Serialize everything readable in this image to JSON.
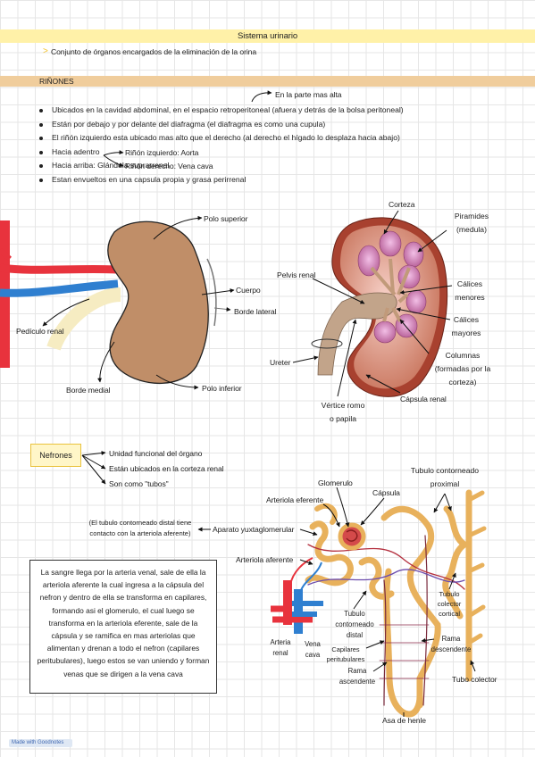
{
  "header": {
    "title": "Sistema urinario",
    "subtitle": "Conjunto de órganos encargados de la eliminación de la orina"
  },
  "section": {
    "title": "RIÑONES"
  },
  "annotation_top": "En la parte mas alta",
  "bullets": [
    "Ubicados en la cavidad abdominal, en el espacio retroperitoneal (afuera y detrás de la bolsa peritoneal)",
    "Están por debajo y por delante del diafragma (el diafragma es como una cupula)",
    "El riñón izquierdo esta ubicado mas alto que el derecho (al derecho el hígado lo desplaza hacia abajo)",
    "Hacia adentro",
    "Hacia arriba: Glándula suprarrenal",
    "Estan envueltos en una capsula propia y grasa perirrenal"
  ],
  "adentro": {
    "izq": "Riñón izquierdo: Aorta",
    "der": "Riñón derecho: Vena cava"
  },
  "kidney_left": {
    "polo_superior": "Polo superior",
    "cuerpo": "Cuerpo",
    "borde_lateral": "Borde lateral",
    "pediculo_renal": "Pedículo renal",
    "borde_medial": "Borde medial",
    "polo_inferior": "Polo inferior"
  },
  "kidney_section": {
    "corteza": "Corteza",
    "piramides": "Piramides",
    "medula": "(medula)",
    "pelvis_renal": "Pelvis renal",
    "calices_menores_1": "Cálices",
    "calices_menores_2": "menores",
    "calices_mayores_1": "Cálices",
    "calices_mayores_2": "mayores",
    "columnas_1": "Columnas",
    "columnas_2": "(formadas por la",
    "columnas_3": "corteza)",
    "ureter": "Ureter",
    "vertice_1": "Vértice romo",
    "vertice_2": "o papila",
    "capsula_renal": "Cápsula renal"
  },
  "nefrones": {
    "label": "Nefrones",
    "items": [
      "Unidad funcional del órgano",
      "Están ubicados en la corteza renal",
      "Son como \"tubos\""
    ]
  },
  "nephron": {
    "glomerulo": "Glomerulo",
    "capsula": "Cápsula",
    "arteriola_eferente": "Arteriola eferente",
    "tubulo_proximal_1": "Tubulo contorneado",
    "tubulo_proximal_2": "proximal",
    "note_1": "(El tubulo contorneado distal tiene",
    "note_2": "contacto con la arteriola aferente)",
    "aparato": "Aparato yuxtaglomerular",
    "arteriola_aferente": "Arteriola aferente",
    "tubulo_colector_cortical_1": "Tubulo",
    "tubulo_colector_cortical_2": "colector",
    "tubulo_colector_cortical_3": "cortical",
    "tubulo_distal_1": "Tubulo",
    "tubulo_distal_2": "contorneado",
    "tubulo_distal_3": "distal",
    "arteria_renal_1": "Arteria",
    "arteria_renal_2": "renal",
    "vena_cava_1": "Vena",
    "vena_cava_2": "cava",
    "capilares_1": "Capilares",
    "capilares_2": "peritubulares",
    "rama_descendente_1": "Rama",
    "rama_descendente_2": "descendente",
    "rama_ascendente_1": "Rama",
    "rama_ascendente_2": "ascendente",
    "tubo_colector": "Tubo colector",
    "asa_henle": "Asa de henle"
  },
  "paragraph": "La sangre llega por la arteria venal, sale de ella la arteriola aferente la cual ingresa a la cápsula del nefron y dentro de ella se transforma en capilares, formando asi el glomerulo, el cual luego se transforma en la arteriola eferente, sale de la cápsula y se ramifica en mas arteriolas que alimentan y drenan a todo el nefron (capilares peritubulares),  luego estos se van uniendo y forman venas que se dirigen a la vena cava",
  "footer": {
    "badge": "Made with Goodnotes"
  },
  "colors": {
    "header_bar": "#fff1a8",
    "section_bar": "#f0cd9c",
    "kidney": "#c08e68",
    "artery": "#e8333d",
    "vein": "#2f7fd0",
    "nefron_box": "#fff6c8",
    "tubule": "#e8b15c"
  }
}
